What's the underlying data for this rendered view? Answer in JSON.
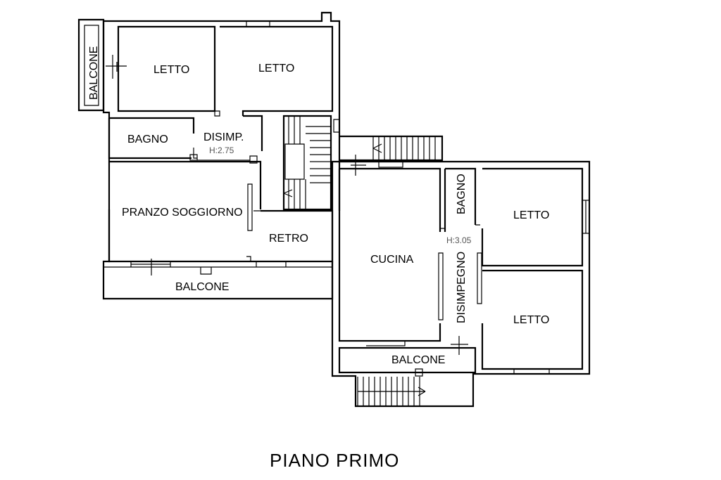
{
  "plan": {
    "title": "PIANO PRIMO",
    "rooms": {
      "balcone_west": "BALCONE",
      "letto_1": "LETTO",
      "letto_2": "LETTO",
      "bagno_1": "BAGNO",
      "disimp": "DISIMP.",
      "height_1": "H:2.75",
      "pranzo_soggiorno": "PRANZO SOGGIORNO",
      "retro": "RETRO",
      "balcone_south": "BALCONE",
      "cucina": "CUCINA",
      "bagno_2": "BAGNO",
      "disimpegno": "DISIMPEGNO",
      "height_2": "H:3.05",
      "letto_3": "LETTO",
      "letto_4": "LETTO",
      "balcone_east": "BALCONE"
    }
  }
}
